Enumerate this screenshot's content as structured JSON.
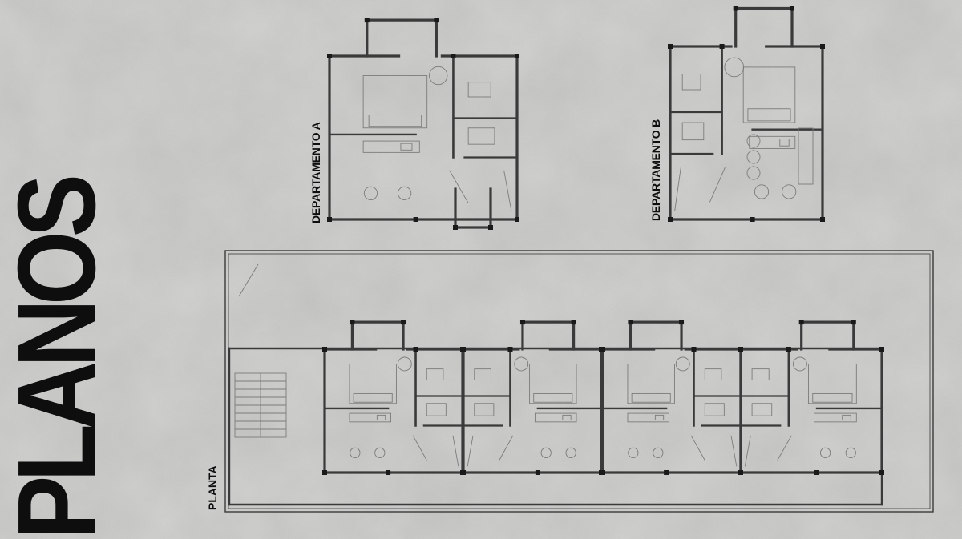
{
  "title": "PLANOS",
  "plans": {
    "apartment_a": {
      "label": "DEPARTAMENTO A"
    },
    "apartment_b": {
      "label": "DEPARTAMENTO B"
    },
    "floor_plan": {
      "label": "PLANTA"
    }
  },
  "colors": {
    "concrete": "#d4d4d2",
    "wall": "#3a3a3a",
    "fixture": "#7c7c7c",
    "label": "#0e0e0e"
  }
}
